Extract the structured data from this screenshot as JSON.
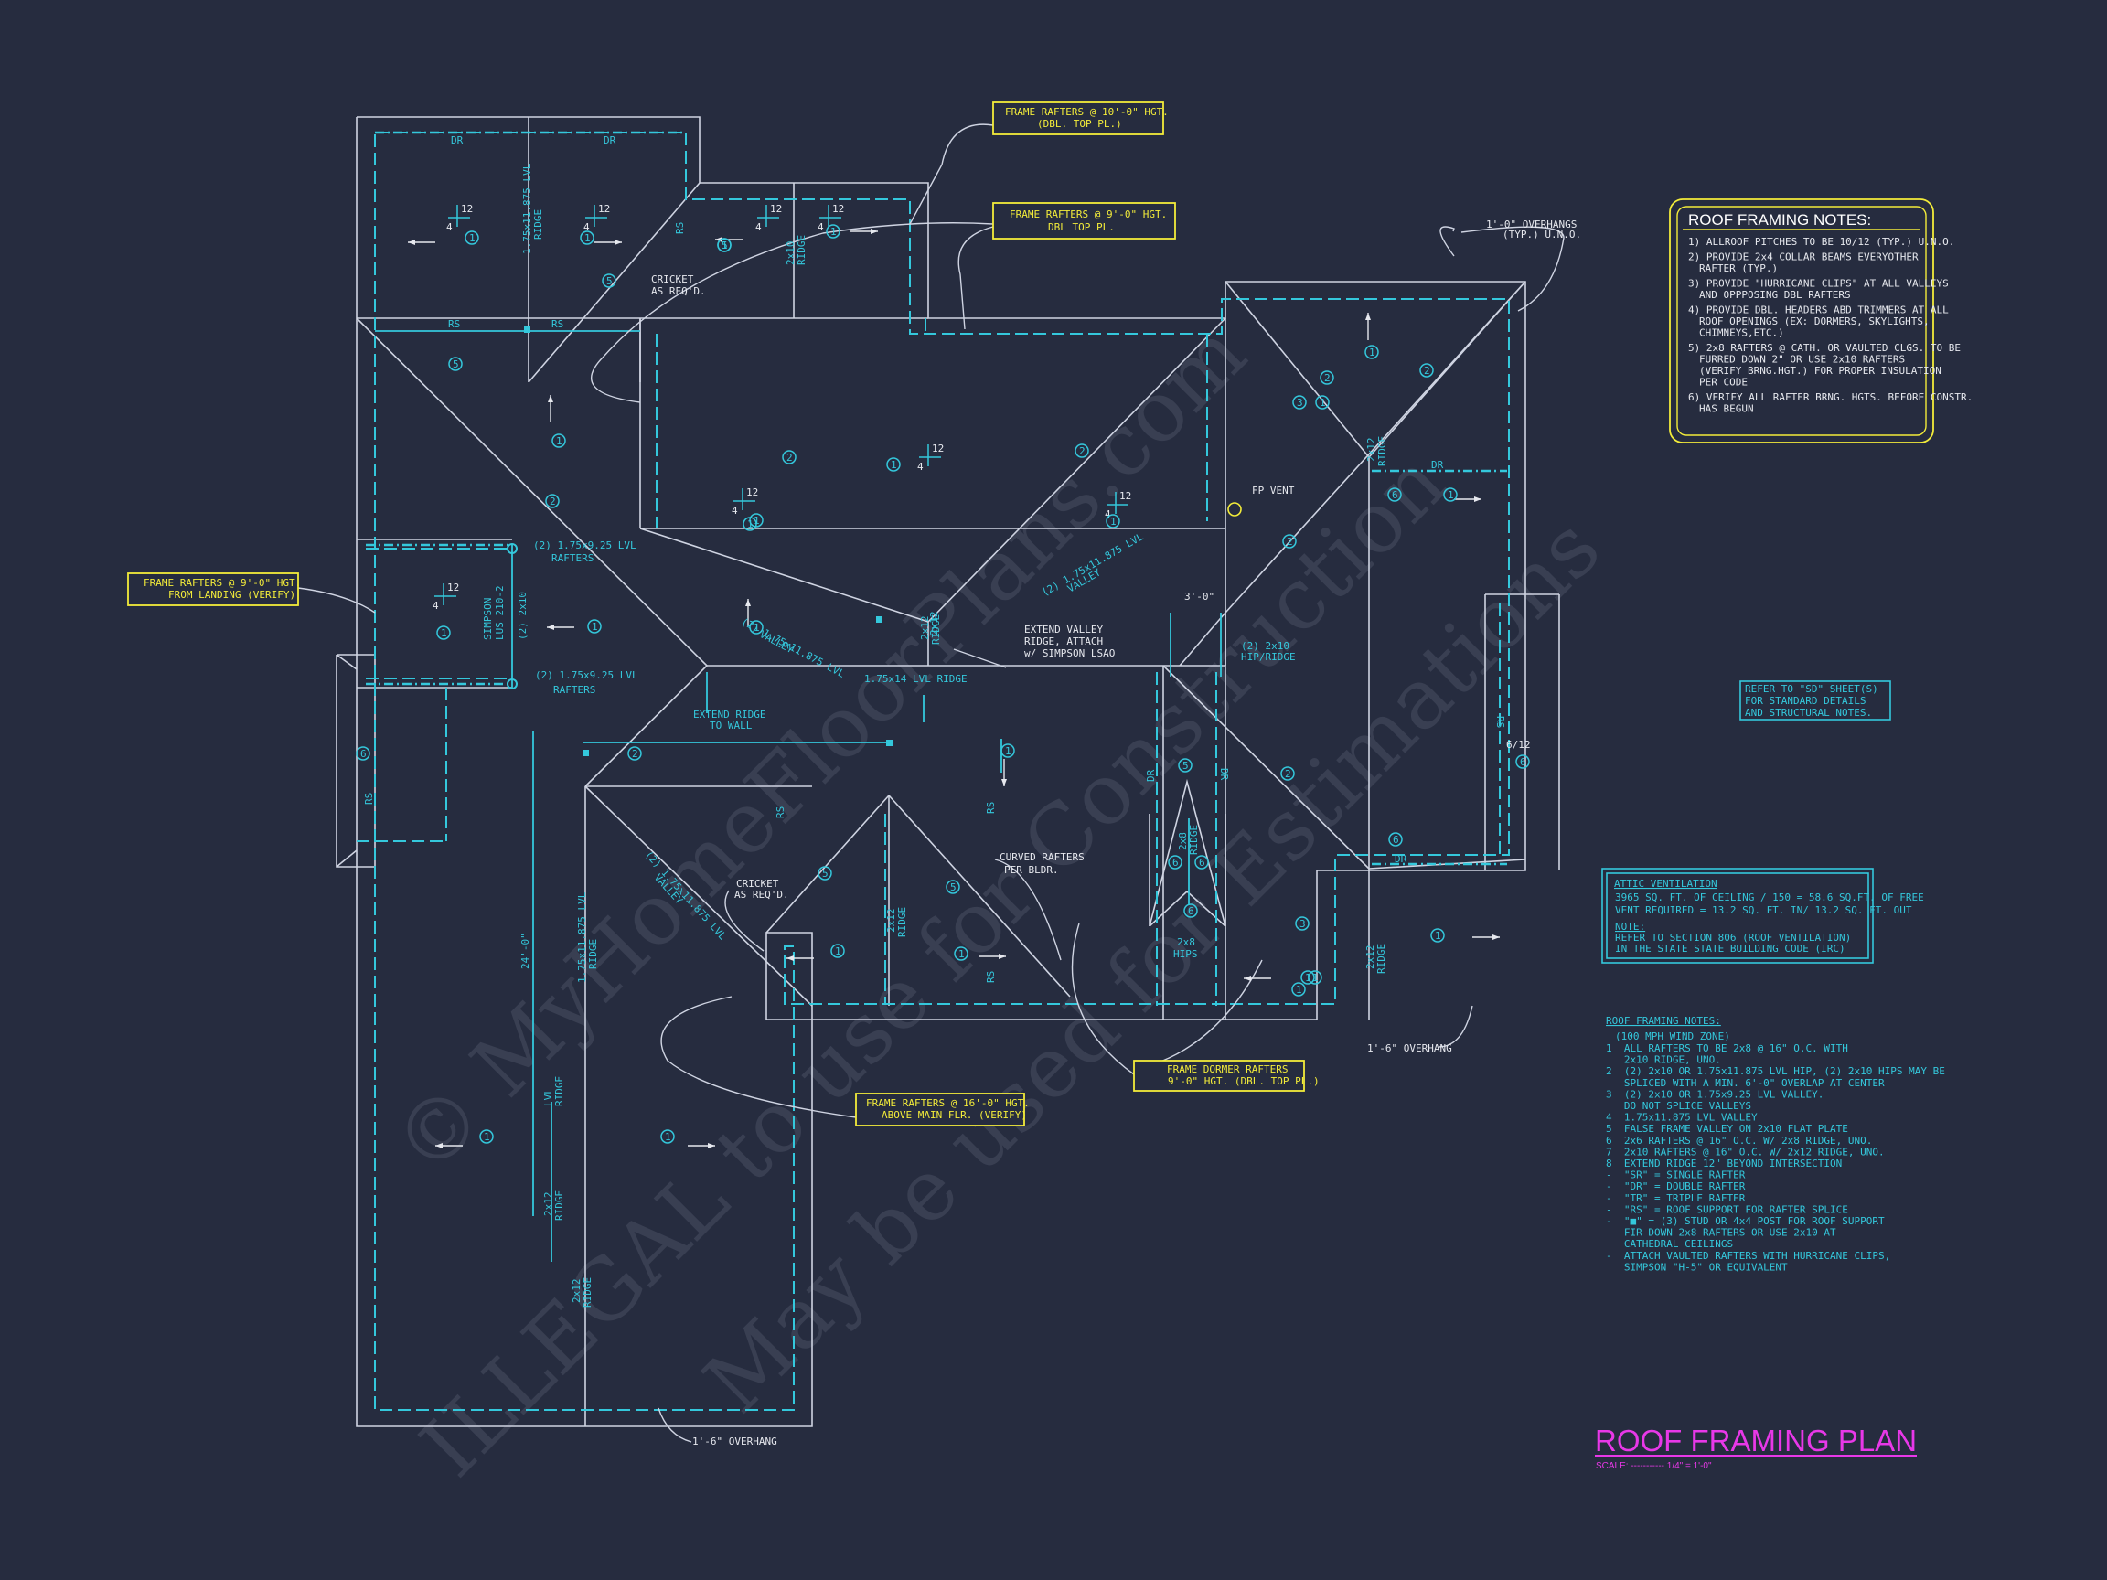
{
  "title": "ROOF FRAMING PLAN",
  "scale": "SCALE: ----------- 1/4\" = 1'-0\"",
  "watermark": [
    "© MyHomeFloorPlans.com",
    "ILLEGAL to use for Construction",
    "May be used for Estimations"
  ],
  "notes_box": {
    "title": "ROOF FRAMING NOTES:",
    "items": [
      "1) ALLROOF PITCHES TO BE 10/12 (TYP.) U.N.O.",
      "2) PROVIDE 2x4 COLLAR BEAMS EVERYOTHER",
      "RAFTER (TYP.)",
      "3) PROVIDE \"HURRICANE CLIPS\" AT ALL VALLEYS",
      "AND OPPPOSING DBL RAFTERS",
      "4) PROVIDE DBL. HEADERS ABD TRIMMERS AT ALL",
      "ROOF OPENINGS (EX: DORMERS, SKYLIGHTS,",
      "CHIMNEYS,ETC.)",
      "5) 2x8 RAFTERS @ CATH. OR VAULTED CLGS. TO BE",
      "FURRED DOWN 2\" OR USE 2x10 RAFTERS",
      "(VERIFY BRNG.HGT.) FOR PROPER INSULATION",
      "PER CODE",
      "6) VERIFY ALL RAFTER BRNG. HGTS. BEFORE CONSTR.",
      "HAS BEGUN"
    ]
  },
  "refer_note": [
    "REFER TO \"SD\" SHEET(S)",
    "FOR STANDARD DETAILS",
    "AND STRUCTURAL NOTES."
  ],
  "attic": {
    "title": "ATTIC VENTILATION",
    "line1": "3965 SQ. FT. OF CEILING / 150 = 58.6 SQ.FT. OF FREE",
    "line2": "VENT REQUIRED = 13.2 SQ. FT. IN/ 13.2 SQ. FT. OUT",
    "note_label": "NOTE:",
    "note1": "REFER TO SECTION 806 (ROOF VENTILATION)",
    "note2": "IN THE STATE STATE BUILDING CODE (IRC)"
  },
  "legend": {
    "title": "ROOF FRAMING NOTES:",
    "subtitle": "(100 MPH WIND ZONE)",
    "items": [
      "1  ALL RAFTERS TO BE 2x8 @ 16\" O.C. WITH",
      "   2x10 RIDGE, UNO.",
      "2  (2) 2x10 OR 1.75x11.875 LVL HIP, (2) 2x10 HIPS MAY BE",
      "   SPLICED WITH A MIN. 6'-0\" OVERLAP AT CENTER",
      "3  (2) 2x10 OR 1.75x9.25 LVL VALLEY.",
      "   DO NOT SPLICE VALLEYS",
      "4  1.75x11.875 LVL VALLEY",
      "5  FALSE FRAME VALLEY ON 2x10 FLAT PLATE",
      "6  2x6 RAFTERS @ 16\" O.C. W/ 2x8 RIDGE, UNO.",
      "7  2x10 RAFTERS @ 16\" O.C. W/ 2x12 RIDGE, UNO.",
      "8  EXTEND RIDGE 12\" BEYOND INTERSECTION",
      "-  \"SR\" = SINGLE RAFTER",
      "-  \"DR\" = DOUBLE RAFTER",
      "-  \"TR\" = TRIPLE RAFTER",
      "-  \"RS\" = ROOF SUPPORT FOR RAFTER SPLICE",
      "-  \"■\" = (3) STUD OR 4x4 POST FOR ROOF SUPPORT",
      "-  FIR DOWN 2x8 RAFTERS OR USE 2x10 AT",
      "   CATHEDRAL CEILINGS",
      "-  ATTACH VAULTED RAFTERS WITH HURRICANE CLIPS,",
      "   SIMPSON \"H-5\" OR EQUIVALENT"
    ]
  },
  "callouts": {
    "c1a": "FRAME RAFTERS @ 10'-0\" HGT.",
    "c1b": "(DBL. TOP PL.)",
    "c2a": "FRAME RAFTERS @ 9'-0\" HGT.",
    "c2b": "DBL TOP PL.",
    "c3a": "FRAME RAFTERS @ 9'-0\" HGT.",
    "c3b": "FROM LANDING (VERIFY)",
    "c4a": "FRAME RAFTERS @ 16'-0\" HGT.",
    "c4b": "ABOVE MAIN FLR. (VERIFY)",
    "c5a": "FRAME DORMER RAFTERS",
    "c5b": "9'-0\" HGT. (DBL. TOP PL.)"
  },
  "labels": {
    "dr": "DR",
    "rs": "RS",
    "overhang_top1": "1'-0\" OVERHANGS",
    "overhang_top2": "(TYP.) U.N.O.",
    "overhang_a": "1'-6\" OVERHANG",
    "overhang_b": "1'-6\" OVERHANG",
    "cricket1a": "CRICKET",
    "cricket1b": "AS REQ'D.",
    "cricket2a": "CRICKET",
    "cricket2b": "AS REQ'D.",
    "fp_vent": "FP VENT",
    "valley_a1": "(2) 1.75x11.875 LVL",
    "valley_a2": "VALLEY",
    "valley_b1": "(2) 1.75x11.875 LVL",
    "valley_b2": "VALLEY",
    "valley_c1": "(2) 1.75x11.875 LVL",
    "valley_c2": "VALLEY",
    "extend_valley1": "EXTEND VALLEY",
    "extend_valley2": "RIDGE, ATTACH",
    "extend_valley3": "w/ SIMPSON LSAO",
    "lvl_ridge": "1.75x14 LVL RIDGE",
    "raft_top1": "(2) 1.75x9.25 LVL",
    "raft_top2": "RAFTERS",
    "raft_bot1": "(2) 1.75x9.25 LVL",
    "raft_bot2": "RAFTERS",
    "simpson1": "SIMPSON",
    "simpson2": "LUS 210-2",
    "two_by_ten": "(2) 2x10",
    "extend_ridge1": "EXTEND RIDGE",
    "extend_ridge2": "TO WALL",
    "curved1": "CURVED RAFTERS",
    "curved2": "PER BLDR.",
    "dim_3": "3'-0\"",
    "hip_ridge1": "(2) 2x10",
    "hip_ridge2": "HIP/RIDGE",
    "hips1": "2x8",
    "hips2": "HIPS",
    "dim_24": "24'-0\"",
    "lvl_ridge_v1": "1.75x11.875 LVL",
    "lvl_ridge_v2": "RIDGE",
    "pitch_612": "6/12",
    "ridge_2x12": "2x12",
    "ridge_2x10": "2x10",
    "ridge_2x8": "2x8",
    "ridge_word": "RIDGE",
    "lvl_word": "LVL",
    "pitch12": "12",
    "pitch4": "4"
  },
  "colors": {
    "background": "#262c3f",
    "cyan": "#34c8dc",
    "yellow": "#f3ec3a",
    "magenta": "#e838e8",
    "line": "#cfd4e2"
  }
}
